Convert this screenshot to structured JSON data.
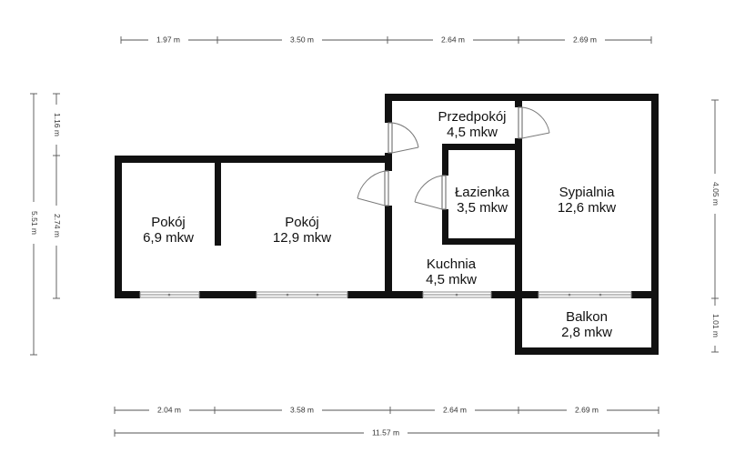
{
  "rooms": {
    "pokoj1": {
      "name": "Pokój",
      "area": "6,9 mkw"
    },
    "pokoj2": {
      "name": "Pokój",
      "area": "12,9 mkw"
    },
    "przedpokoj": {
      "name": "Przedpokój",
      "area": "4,5 mkw"
    },
    "lazienka": {
      "name": "Łazienka",
      "area": "3,5 mkw"
    },
    "sypialnia": {
      "name": "Sypialnia",
      "area": "12,6 mkw"
    },
    "kuchnia": {
      "name": "Kuchnia",
      "area": "4,5 mkw"
    },
    "balkon": {
      "name": "Balkon",
      "area": "2,8 mkw"
    }
  },
  "dimensions": {
    "top": [
      "1.97 m",
      "3.50 m",
      "2.64 m",
      "2.69 m"
    ],
    "bottom": [
      "2.04 m",
      "3.58 m",
      "2.64 m",
      "2.69 m"
    ],
    "total_width": "11.57 m",
    "left_segments": [
      "1.16 m",
      "2.74 m"
    ],
    "left_total": "5.51 m",
    "right_segments": [
      "4.05 m",
      "1.01 m"
    ]
  }
}
